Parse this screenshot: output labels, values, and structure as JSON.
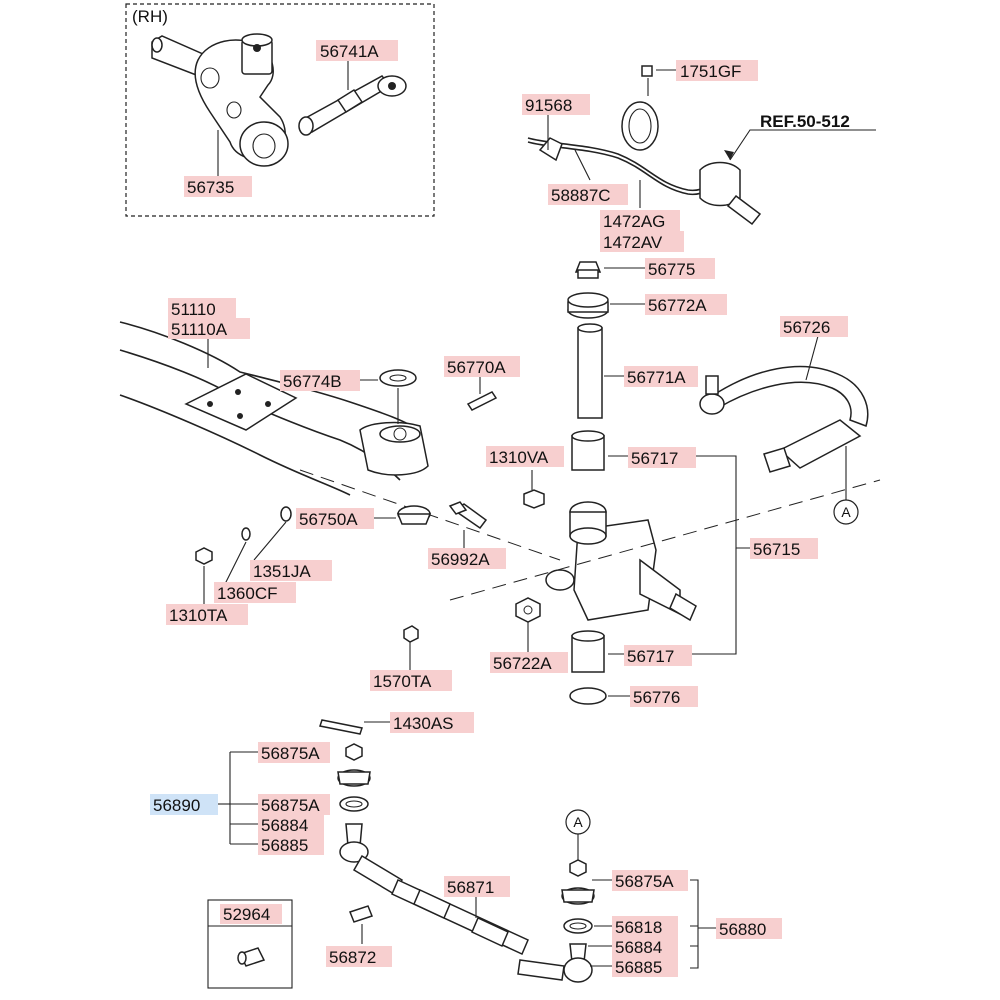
{
  "diagram": {
    "rh_label": "(RH)",
    "ref_label": "REF.50-512",
    "circle_ref": "A",
    "parts": {
      "p56741A": "56741A",
      "p56735": "56735",
      "p1751GF": "1751GF",
      "p91568": "91568",
      "p58887C": "58887C",
      "p1472AG": "1472AG",
      "p1472AV": "1472AV",
      "p56775": "56775",
      "p56772A": "56772A",
      "p56771A": "56771A",
      "p56726": "56726",
      "p51110": "51110",
      "p51110A": "51110A",
      "p56774B": "56774B",
      "p56770A": "56770A",
      "p1310VA": "1310VA",
      "p56717_top": "56717",
      "p56715": "56715",
      "p56750A": "56750A",
      "p56992A": "56992A",
      "p1351JA": "1351JA",
      "p1360CF": "1360CF",
      "p1310TA": "1310TA",
      "p56722A": "56722A",
      "p56717_bottom": "56717",
      "p1570TA": "1570TA",
      "p56776": "56776",
      "p1430AS": "1430AS",
      "p56875A_1": "56875A",
      "p56890": "56890",
      "p56875A_2": "56875A",
      "p56884_1": "56884",
      "p56885_1": "56885",
      "p56871": "56871",
      "p56875A_3": "56875A",
      "p56818": "56818",
      "p56880": "56880",
      "p56884_2": "56884",
      "p56885_2": "56885",
      "p52964": "52964",
      "p56872": "56872"
    }
  }
}
